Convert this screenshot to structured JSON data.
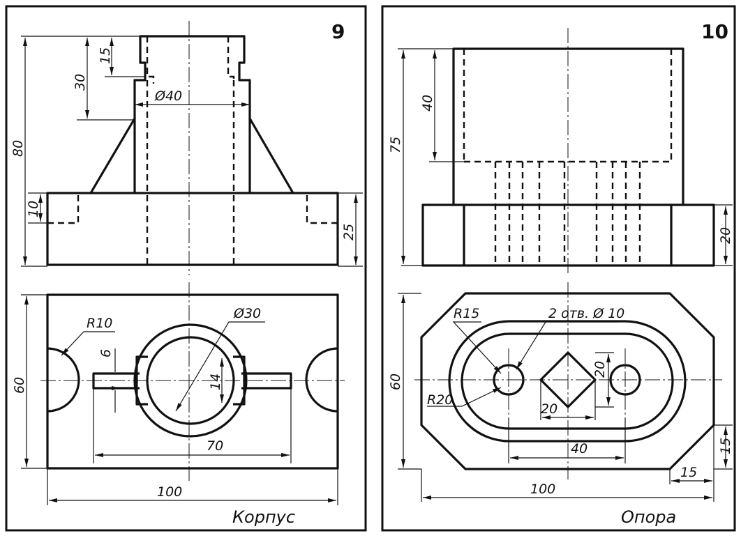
{
  "left": {
    "number": "9",
    "title": "Корпус",
    "dims": {
      "d15": "15",
      "d30": "30",
      "d80": "80",
      "d10": "10",
      "d25": "25",
      "dia40": "Ø40",
      "r10": "R10",
      "d6": "6",
      "dia30": "Ø30",
      "d14": "14",
      "d60": "60",
      "d70": "70",
      "d100": "100"
    }
  },
  "right": {
    "number": "10",
    "title": "Опора",
    "dims": {
      "d40": "40",
      "d75": "75",
      "d20h": "20",
      "r15": "R15",
      "holes": "2 отв. Ø 10",
      "d20v": "20",
      "r20": "R20",
      "d20sq": "20",
      "d60": "60",
      "d40w": "40",
      "d15v": "15",
      "d15h": "15",
      "d100": "100"
    }
  }
}
